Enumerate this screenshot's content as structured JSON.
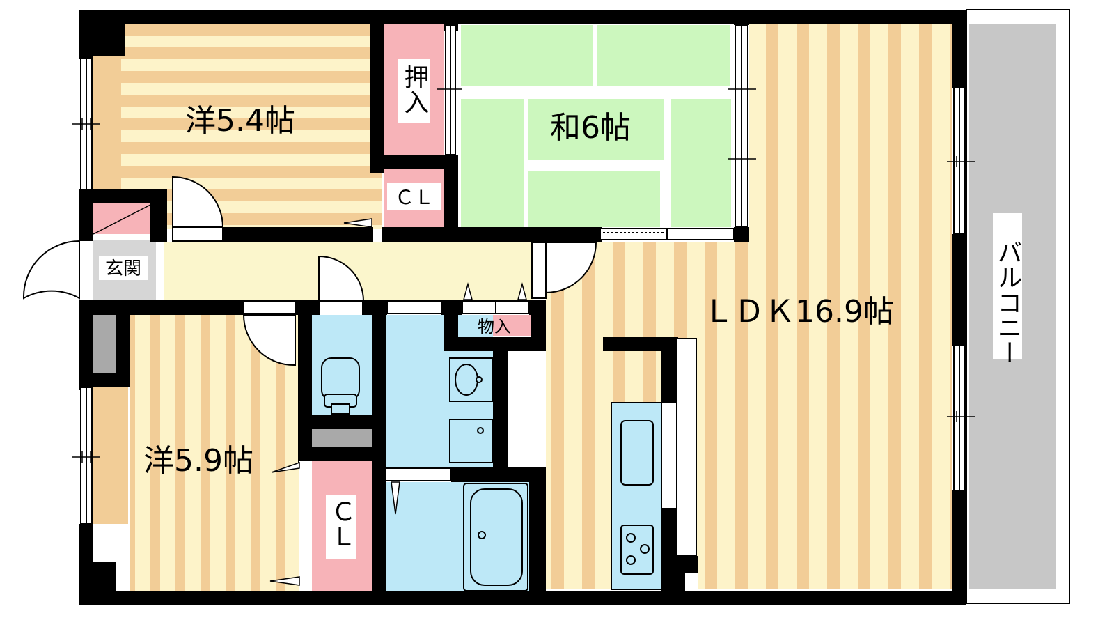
{
  "rooms": {
    "western1": "洋5.4帖",
    "japanese": "和6帖",
    "ldk": "ＬＤＫ16.9帖",
    "western2": "洋5.9帖",
    "balcony": "バルコニー"
  },
  "storage": {
    "oshiire": "押入",
    "closet_top": "ＣＬ",
    "closet_bottom": "ＣＬ",
    "monoire": "物入"
  },
  "entrance": "玄関",
  "colors": {
    "wall": "#000000",
    "wood_light": "#fdf3c9",
    "wood_dark": "#f2cd97",
    "tatami": "#ccf7be",
    "storage_pink": "#f7b3b8",
    "water_blue": "#bde8f7",
    "balcony_gray": "#c7c7c7",
    "hall_yellow": "#fbf6cc"
  }
}
